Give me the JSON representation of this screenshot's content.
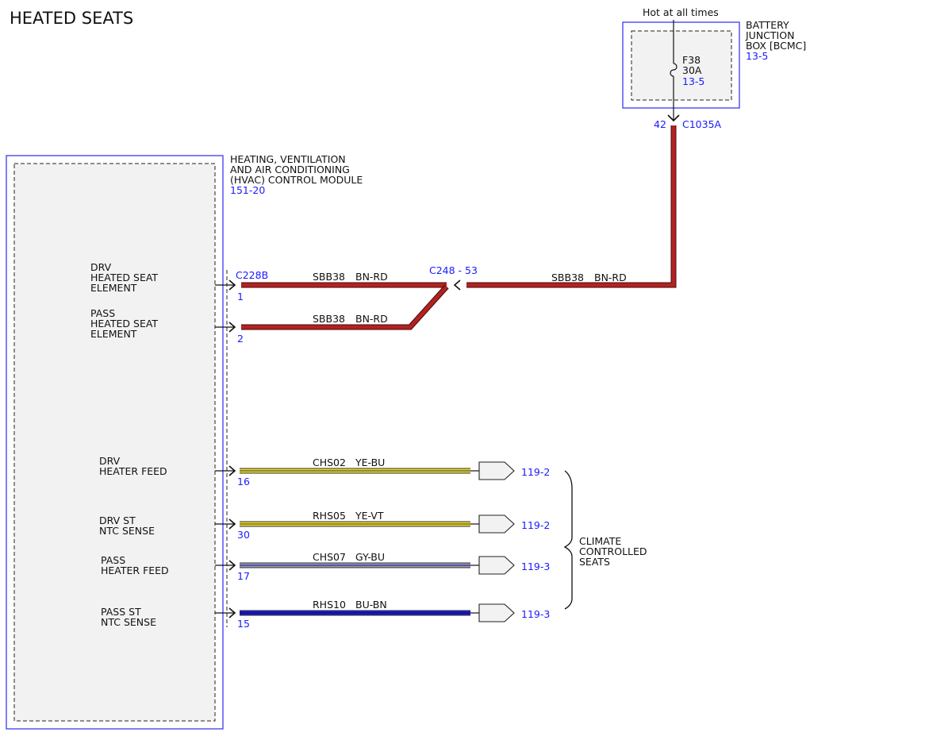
{
  "title": "HEATED SEATS",
  "hot_label": "Hot at all times",
  "bjb": {
    "name_lines": [
      "BATTERY",
      "JUNCTION",
      "BOX [BCMC]"
    ],
    "ref": "13-5",
    "fuse": "F38",
    "fuse_rating": "30A",
    "fuse_ref": "13-5",
    "pin": "42",
    "connector": "C1035A"
  },
  "hvac": {
    "name_lines": [
      "HEATING, VENTILATION",
      "AND AIR CONDITIONING",
      "(HVAC) CONTROL MODULE"
    ],
    "ref": "151-20",
    "connector": "C228B"
  },
  "splice": {
    "label": "C248 - 53"
  },
  "circuits": [
    {
      "label_lines": [
        "DRV",
        "HEATED SEAT",
        "ELEMENT"
      ],
      "pin": "1",
      "circuit": "SBB38",
      "color_code": "BN-RD",
      "wire_color": "#b22222"
    },
    {
      "label_lines": [
        "PASS",
        "HEATED SEAT",
        "ELEMENT"
      ],
      "pin": "2",
      "circuit": "SBB38",
      "color_code": "BN-RD",
      "wire_color": "#b22222"
    },
    {
      "label_lines": [
        "DRV",
        "HEATER FEED"
      ],
      "pin": "16",
      "circuit": "CHS02",
      "color_code": "YE-BU",
      "wire_color": "#e6d832",
      "stripe_color": "#5a5a2a",
      "ref": "119-2"
    },
    {
      "label_lines": [
        "DRV ST",
        "NTC SENSE"
      ],
      "pin": "30",
      "circuit": "RHS05",
      "color_code": "YE-VT",
      "wire_color": "#e6d832",
      "stripe_color": "#6a5a2a",
      "ref": "119-2"
    },
    {
      "label_lines": [
        "PASS",
        "HEATER FEED"
      ],
      "pin": "17",
      "circuit": "CHS07",
      "color_code": "GY-BU",
      "wire_color": "#9a9ab0",
      "stripe_color": "#3030a0",
      "ref": "119-3"
    },
    {
      "label_lines": [
        "PASS ST",
        "NTC SENSE"
      ],
      "pin": "15",
      "circuit": "RHS10",
      "color_code": "BU-BN",
      "wire_color": "#1a1acc",
      "stripe_color": "#101080",
      "ref": "119-3"
    }
  ],
  "main_wire": {
    "circuit": "SBB38",
    "color_code": "BN-RD"
  },
  "climate_label_lines": [
    "CLIMATE",
    "CONTROLLED",
    "SEATS"
  ],
  "colors": {
    "wire_red": "#b22222",
    "ref_blue": "#1a1aff",
    "box_fill": "#f2f2f2"
  }
}
